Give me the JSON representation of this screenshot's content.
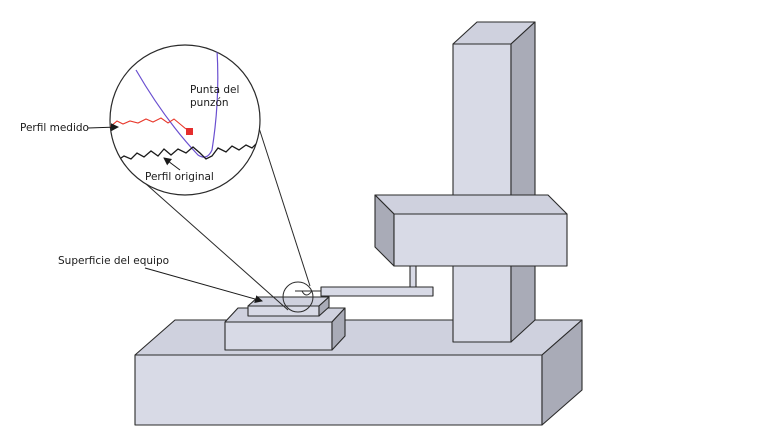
{
  "labels": {
    "punta_line1": "Punta del",
    "punta_line2": "punzón",
    "perfil_medido": "Perfil medido",
    "perfil_original": "Perfil original",
    "superficie": "Superficie del equipo"
  },
  "colors": {
    "measured_profile": "#e8382b",
    "stylus_tip_path": "#6a4fd0",
    "stylus_marker": "#e52d2d",
    "machine_face": "#d8dae6",
    "machine_side": "#a9abb7"
  }
}
